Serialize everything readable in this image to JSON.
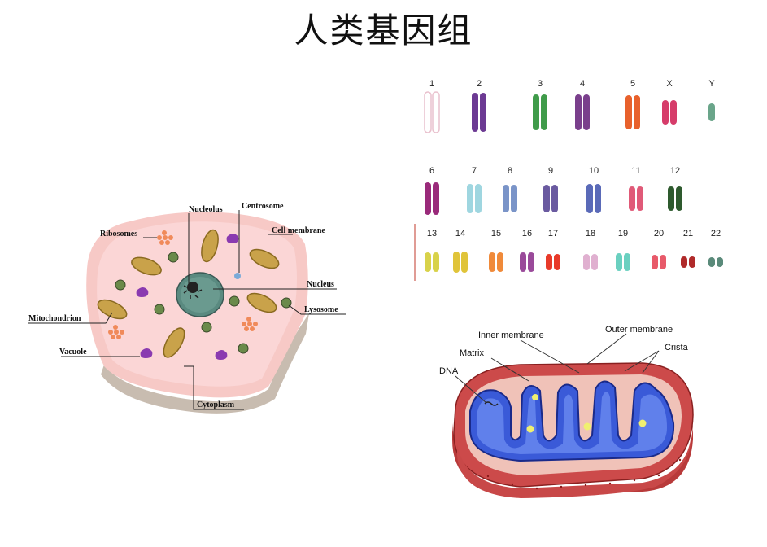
{
  "title": "人类基因组",
  "cell": {
    "labels": {
      "nucleolus": "Nucleolus",
      "centrosome": "Centrosome",
      "ribosomes": "Ribosomes",
      "cell_membrane": "Cell membrane",
      "nucleus": "Nucleus",
      "mitochondrion": "Mitochondrion",
      "lysosome": "Lysosome",
      "vacuole": "Vacuole",
      "cytoplasm": "Cytoplasm"
    }
  },
  "karyotype": {
    "row1": [
      "1",
      "2",
      "3",
      "4",
      "5",
      "X",
      "Y"
    ],
    "row2": [
      "6",
      "7",
      "8",
      "9",
      "10",
      "11",
      "12"
    ],
    "row3": [
      "13",
      "14",
      "15",
      "16",
      "17",
      "18",
      "19",
      "20",
      "21",
      "22"
    ],
    "colors": [
      "#e9c0cd",
      "#6c3a93",
      "#3f9b4a",
      "#7a3f8c",
      "#e8612c",
      "#d63c6a",
      "#6aa58a",
      "#9a2a7a",
      "#9fd6e0",
      "#7a94c8",
      "#6a5aa0",
      "#5a6ab8",
      "#e05a78",
      "#2e5a2e",
      "#d8d24a",
      "#e0c43a",
      "#f08a3a",
      "#9a4a9a",
      "#e83a2a",
      "#e0b0d0",
      "#6ad0c0",
      "#e85a6a",
      "#b02a2a",
      "#5a8a7a"
    ]
  },
  "mito": {
    "labels": {
      "inner_membrane": "Inner membrane",
      "outer_membrane": "Outer membrane",
      "matrix": "Matrix",
      "crista": "Crista",
      "dna": "DNA"
    }
  }
}
